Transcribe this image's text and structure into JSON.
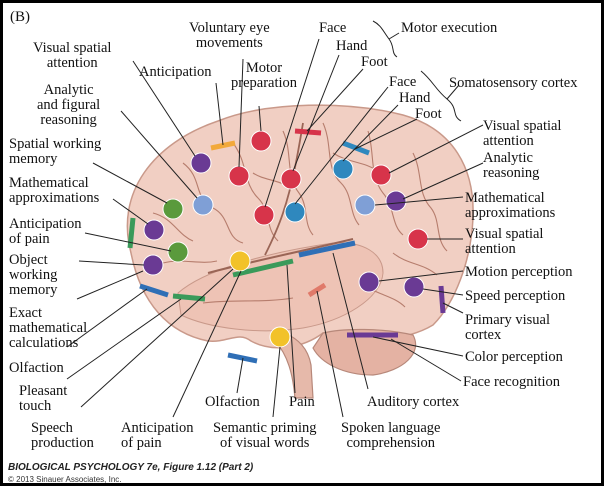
{
  "panel_label": "(B)",
  "caption": "BIOLOGICAL PSYCHOLOGY 7e, Figure 1.12 (Part 2)",
  "copyright": "© 2013 Sinauer Associates, Inc.",
  "colors": {
    "red_dot": "#d7344a",
    "blue_dot": "#2f88be",
    "purple_dot": "#6a3a94",
    "green_dot": "#5a9a3c",
    "lightblue_dot": "#7f9fd6",
    "yellow_dot": "#f2c229",
    "brain": "#f1cfc3"
  },
  "labels": {
    "voluntary_eye": "Voluntary eye\nmovements",
    "face_motor": "Face",
    "hand_motor": "Hand",
    "foot_motor": "Foot",
    "motor_execution": "Motor execution",
    "visual_spatial_attention_l": "Visual spatial\nattention",
    "anticipation": "Anticipation",
    "motor_preparation": "Motor\npreparation",
    "analytic_figural": "Analytic\nand figural\nreasoning",
    "face_sens": "Face",
    "hand_sens": "Hand",
    "foot_sens": "Foot",
    "somatosensory": "Somatosensory cortex",
    "spatial_working_memory": "Spatial working\nmemory",
    "math_approx_l": "Mathematical\napproximations",
    "anticipation_of_pain_l": "Anticipation\nof pain",
    "object_working_memory": "Object\nworking\nmemory",
    "exact_math": "Exact\nmathematical\ncalculations",
    "olfaction_l": "Olfaction",
    "pleasant_touch": "Pleasant\ntouch",
    "speech_production": "Speech\nproduction",
    "anticipation_of_pain_b": "Anticipation\nof pain",
    "olfaction_b": "Olfaction",
    "pain": "Pain",
    "semantic_priming": "Semantic priming\nof visual words",
    "spoken_language": "Spoken language\ncomprehension",
    "auditory_cortex": "Auditory cortex",
    "visual_spatial_attention_r1": "Visual spatial\nattention",
    "analytic_reasoning": "Analytic\nreasoning",
    "math_approx_r": "Mathematical\napproximations",
    "visual_spatial_attention_r2": "Visual spatial\nattention",
    "motion_perception": "Motion perception",
    "speed_perception": "Speed perception",
    "primary_visual": "Primary visual\ncortex",
    "color_perception": "Color perception",
    "face_recognition": "Face recognition"
  }
}
